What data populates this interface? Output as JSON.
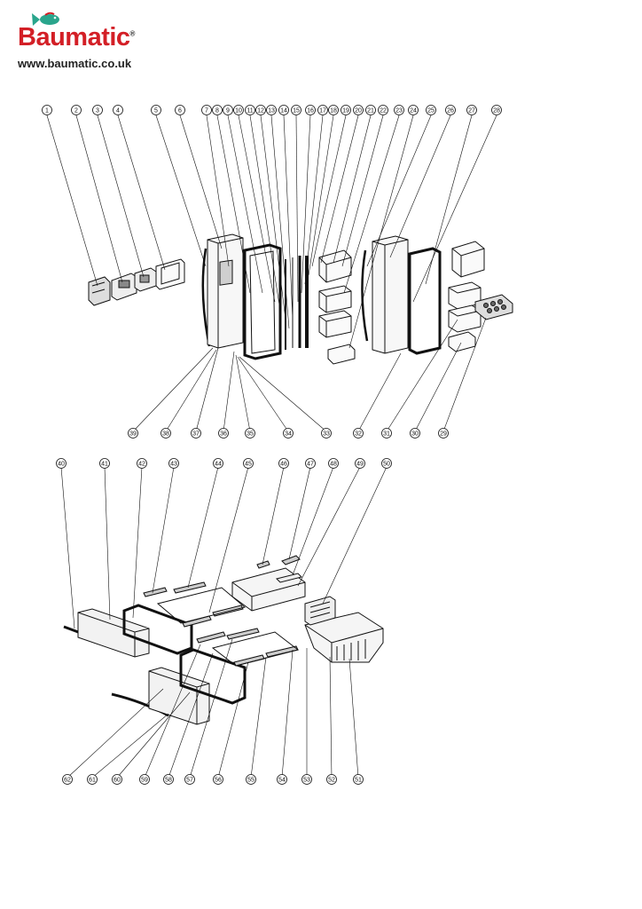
{
  "header": {
    "brand_name": "Baumatic",
    "registered_mark": "®",
    "website": "www.baumatic.co.uk",
    "logo_icon": "fish-icon",
    "brand_color": "#d31f26",
    "fish_color": "#2aa58c"
  },
  "diagram": {
    "top_callouts": [
      "1",
      "2",
      "3",
      "4",
      "5",
      "6",
      "7",
      "8",
      "9",
      "10",
      "11",
      "12",
      "13",
      "14",
      "15",
      "16",
      "17",
      "18",
      "19",
      "20",
      "21",
      "22",
      "23",
      "24",
      "25",
      "26",
      "27",
      "28"
    ],
    "top_bottom_callouts": [
      "29",
      "30",
      "31",
      "32",
      "33",
      "34",
      "35",
      "36",
      "37",
      "38",
      "39"
    ],
    "lower_top_callouts": [
      "40",
      "41",
      "42",
      "43",
      "44",
      "45",
      "46",
      "47",
      "48",
      "49",
      "50"
    ],
    "lower_bottom_callouts": [
      "51",
      "52",
      "53",
      "54",
      "55",
      "56",
      "57",
      "58",
      "59",
      "60",
      "61",
      "62"
    ]
  }
}
